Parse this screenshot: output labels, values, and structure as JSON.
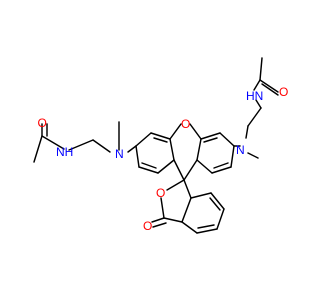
{
  "colors": {
    "background": "#FFFFFF",
    "bond": "#000000",
    "oxygen": "#FF0000",
    "nitrogen": "#0000FF",
    "carbon": "#000000"
  },
  "atoms": [
    {
      "id": "O1",
      "label": "O",
      "element": "oxygen"
    },
    {
      "id": "NH1",
      "label": "NH",
      "element": "nitrogen"
    },
    {
      "id": "N1",
      "label": "N",
      "element": "nitrogen"
    },
    {
      "id": "O2",
      "label": "O",
      "element": "oxygen"
    },
    {
      "id": "N2",
      "label": "N",
      "element": "nitrogen"
    },
    {
      "id": "HN2",
      "label": "HN",
      "element": "nitrogen"
    },
    {
      "id": "O3",
      "label": "O",
      "element": "oxygen"
    },
    {
      "id": "O4",
      "label": "O",
      "element": "oxygen"
    },
    {
      "id": "O5",
      "label": "O",
      "element": "oxygen"
    }
  ]
}
